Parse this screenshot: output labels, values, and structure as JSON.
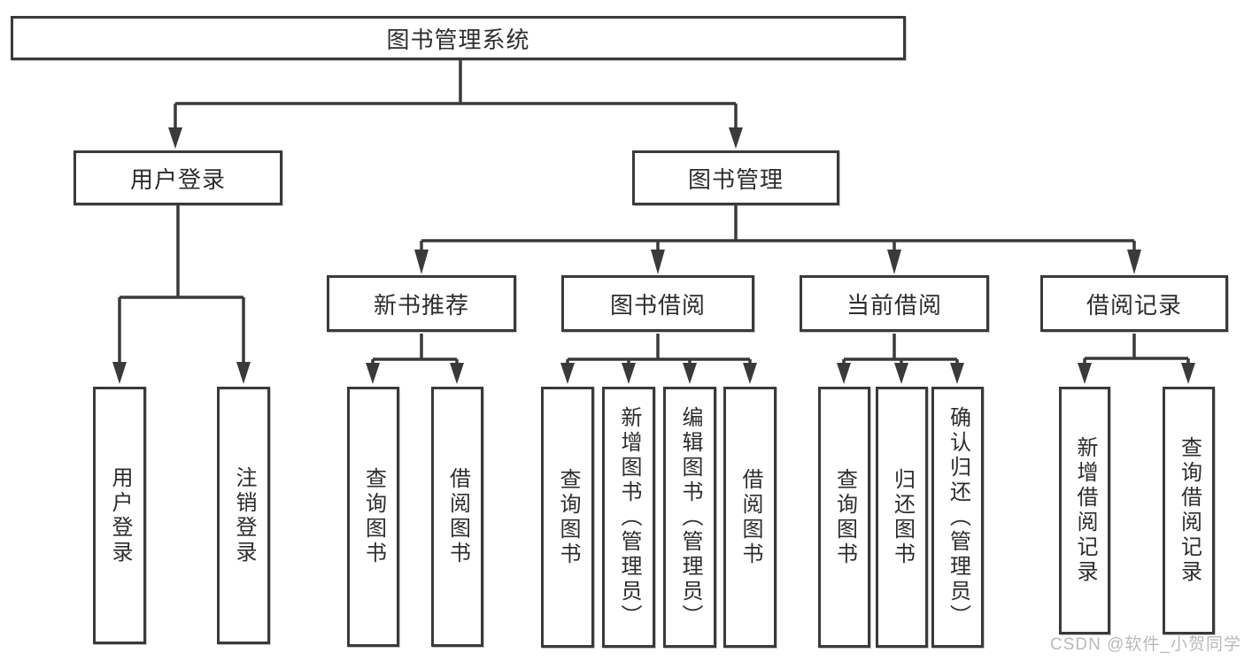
{
  "colors": {
    "line": "#3a3a3a",
    "text": "#2d2d2d",
    "background": "#ffffff",
    "watermark_text": "#b9b9b9"
  },
  "diagram": {
    "root": {
      "label": "图书管理系统"
    },
    "branches": [
      {
        "label": "用户登录",
        "children": [
          {
            "label": "用户登录"
          },
          {
            "label": "注销登录"
          }
        ]
      },
      {
        "label": "图书管理",
        "children": [
          {
            "label": "新书推荐",
            "children": [
              {
                "label": "查询图书"
              },
              {
                "label": "借阅图书"
              }
            ]
          },
          {
            "label": "图书借阅",
            "children": [
              {
                "label": "查询图书"
              },
              {
                "label": "新增图书（管理员）"
              },
              {
                "label": "编辑图书（管理员）"
              },
              {
                "label": "借阅图书"
              }
            ]
          },
          {
            "label": "当前借阅",
            "children": [
              {
                "label": "查询图书"
              },
              {
                "label": "归还图书"
              },
              {
                "label": "确认归还（管理员）"
              }
            ]
          },
          {
            "label": "借阅记录",
            "children": [
              {
                "label": "新增借阅记录"
              },
              {
                "label": "查询借阅记录"
              }
            ]
          }
        ]
      }
    ]
  },
  "watermark": "CSDN @软件_小贺同学"
}
